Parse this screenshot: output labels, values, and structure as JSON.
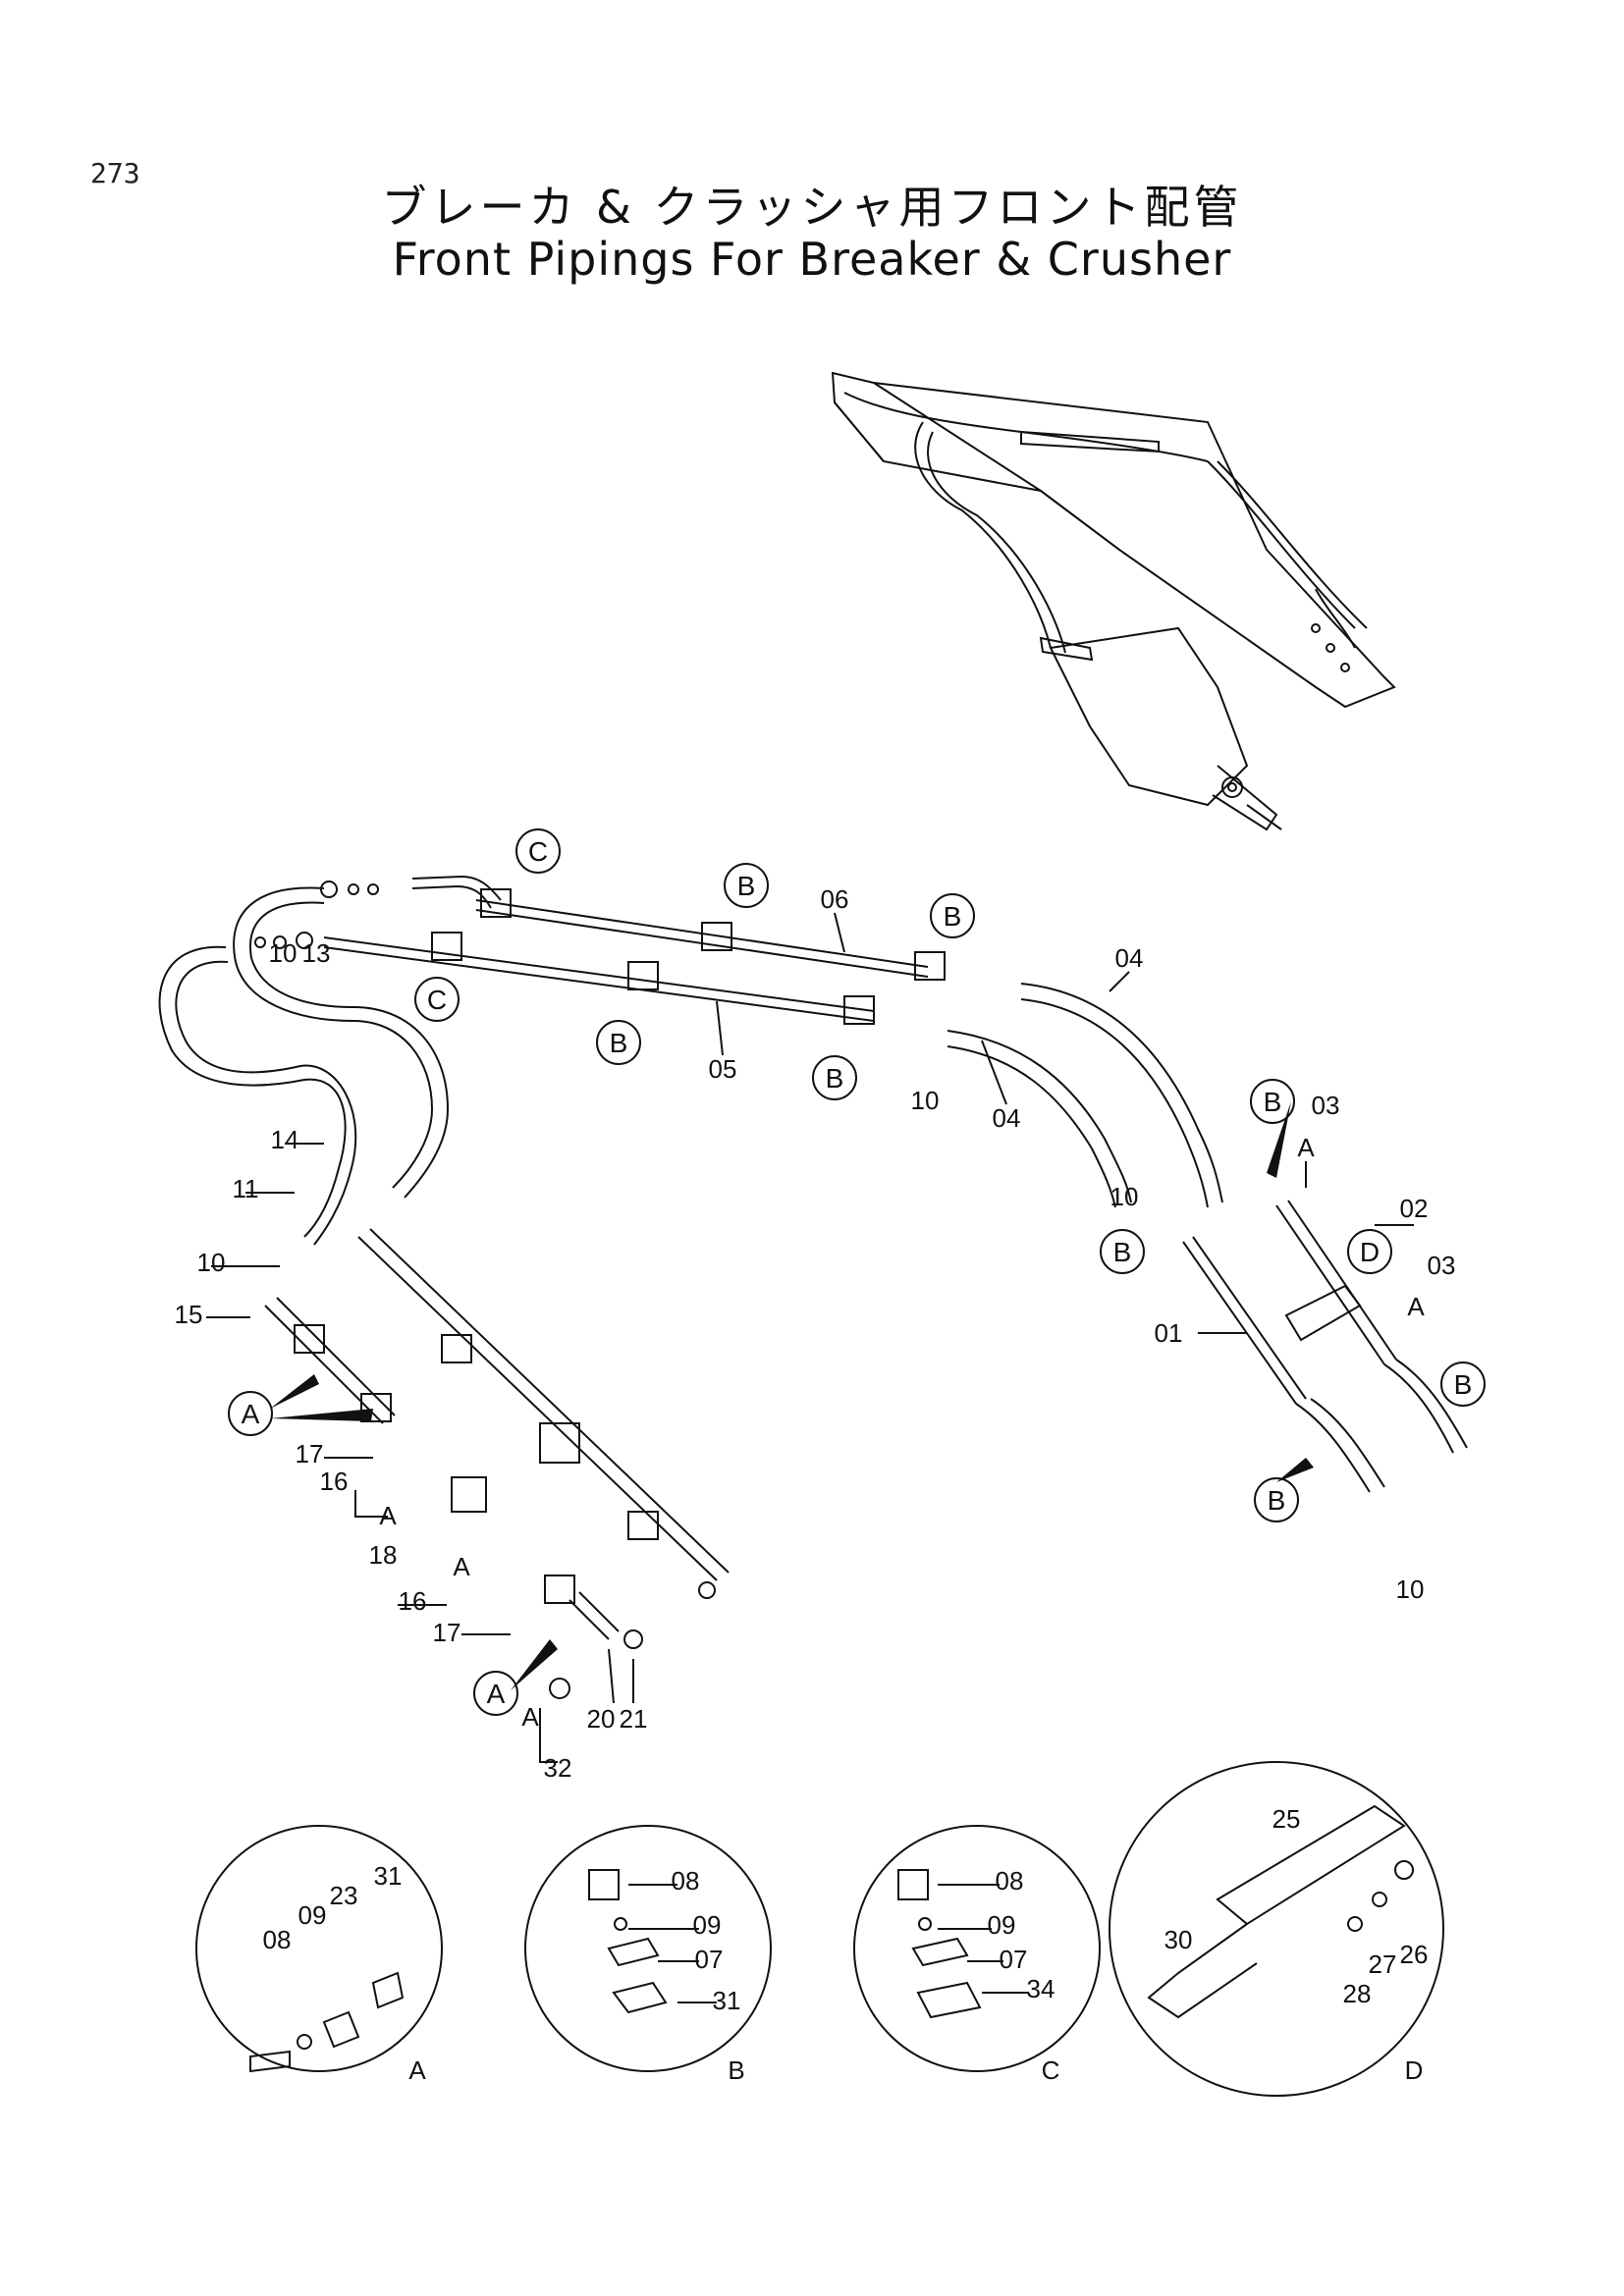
{
  "page_number": "273",
  "title_jp": "ブレーカ & クラッシャ用フロント配管",
  "title_en": "Front Pipings For Breaker & Crusher",
  "callouts": [
    "01",
    "02",
    "03",
    "04",
    "05",
    "06",
    "10",
    "11",
    "13",
    "14",
    "15",
    "16",
    "17",
    "18",
    "20",
    "21",
    "32",
    "A",
    "B",
    "C",
    "D"
  ],
  "detail_views": [
    {
      "letter": "A",
      "parts": [
        "08",
        "09",
        "23",
        "31"
      ]
    },
    {
      "letter": "B",
      "parts": [
        "08",
        "09",
        "07",
        "31"
      ]
    },
    {
      "letter": "C",
      "parts": [
        "08",
        "09",
        "07",
        "34"
      ]
    },
    {
      "letter": "D",
      "parts": [
        "25",
        "26",
        "27",
        "28",
        "30"
      ]
    }
  ]
}
